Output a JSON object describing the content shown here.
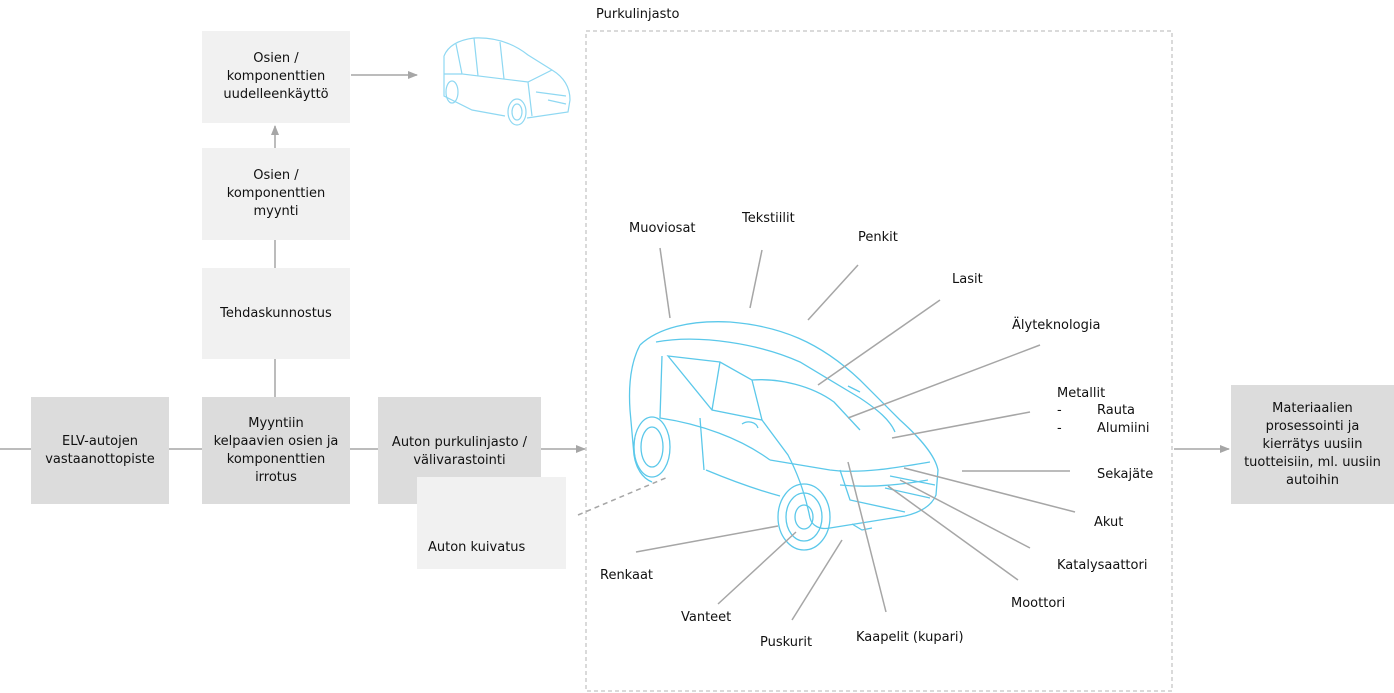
{
  "frame": {
    "title": "Purkulinjasto"
  },
  "boxes": {
    "elv": "ELV-autojen\nvastaanottopiste",
    "myyntiin": "Myyntiin\nkelpaavien osien ja\nkomponenttien\nirrotus",
    "tehdas": "Tehdaskunnostus",
    "myynti": "Osien /\nkomponenttien\nmyynti",
    "uudelleen": "Osien /\nkomponenttien\nuudelleenkäyttö",
    "purku": "Auton purkulinjasto /\nvälivarastointi",
    "kuivatus": "Auton kuivatus",
    "materiaalien": "Materiaalien\nprosessointi ja\nkierrätys uusiin\ntuotteisiin, ml. uusiin\nautoihin"
  },
  "parts": {
    "muoviosat": "Muoviosat",
    "tekstiilit": "Tekstiilit",
    "penkit": "Penkit",
    "lasit": "Lasit",
    "alyteknologia": "Älyteknologia",
    "metallit": "Metallit",
    "metal_items": [
      {
        "dash": "-",
        "name": "Rauta"
      },
      {
        "dash": "-",
        "name": "Alumiini"
      }
    ],
    "sekajate": "Sekajäte",
    "akut": "Akut",
    "katalysaattori": "Katalysaattori",
    "moottori": "Moottori",
    "kaapelit": "Kaapelit (kupari)",
    "puskurit": "Puskurit",
    "vanteet": "Vanteet",
    "renkaat": "Renkaat"
  },
  "colors": {
    "dark_box": "#dcdcdc",
    "light_box": "#f1f1f1",
    "arrow": "#a6a6a6",
    "car_line": "#5bc8ea",
    "frame": "#b4b4b4"
  }
}
